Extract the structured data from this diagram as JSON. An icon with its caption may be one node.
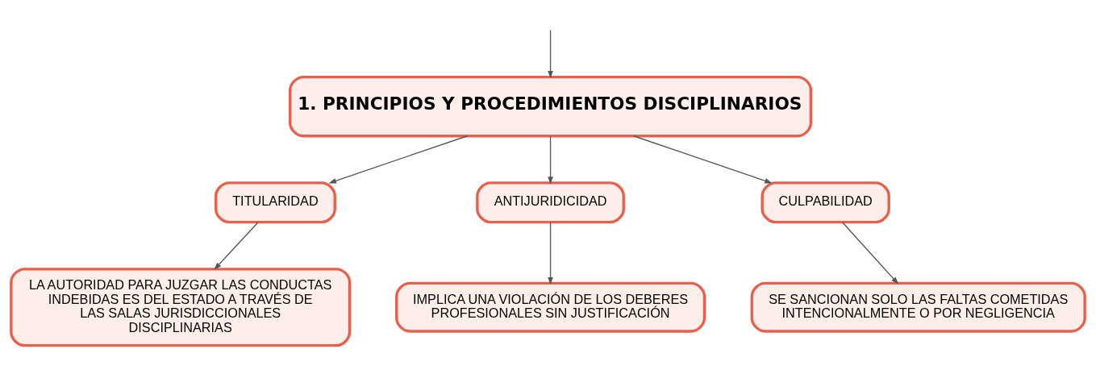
{
  "diagram": {
    "nodes": [
      {
        "text": [
          "1. PRINCIPIOS Y PROCEDIMIENTOS DISCIPLINARIOS"
        ]
      },
      {
        "text": [
          "TITULARIDAD"
        ]
      },
      {
        "text": [
          "ANTIJURIDICIDAD"
        ]
      },
      {
        "text": [
          "CULPABILIDAD"
        ]
      },
      {
        "text": [
          "LA AUTORIDAD PARA JUZGAR LAS CONDUCTAS INDEBIDAS ES DEL ESTADO A TRAVÉS DE LAS SALAS JURISDICCIONALES DISCIPLINARIAS"
        ]
      },
      {
        "text": [
          "IMPLICA UNA VIOLACIÓN DE LOS DEBERES PROFESIONALES SIN JUSTIFICACIÓN"
        ]
      },
      {
        "text": [
          "SE SANCIONAN SOLO LAS FALTAS COMETIDAS INTENCIONALMENTE O POR NEGLIGENCIA"
        ]
      }
    ],
    "edges": [
      {
        "from": null,
        "to": 0,
        "arrow": "to"
      },
      {
        "from": 0,
        "to": 1,
        "arrow": "to"
      },
      {
        "from": 0,
        "to": 2,
        "arrow": "to"
      },
      {
        "from": 0,
        "to": 3,
        "arrow": "to"
      },
      {
        "from": 1,
        "to": 4,
        "arrow": "to"
      },
      {
        "from": 2,
        "to": 5,
        "arrow": "to"
      },
      {
        "from": 3,
        "to": 6,
        "arrow": "to"
      }
    ]
  }
}
